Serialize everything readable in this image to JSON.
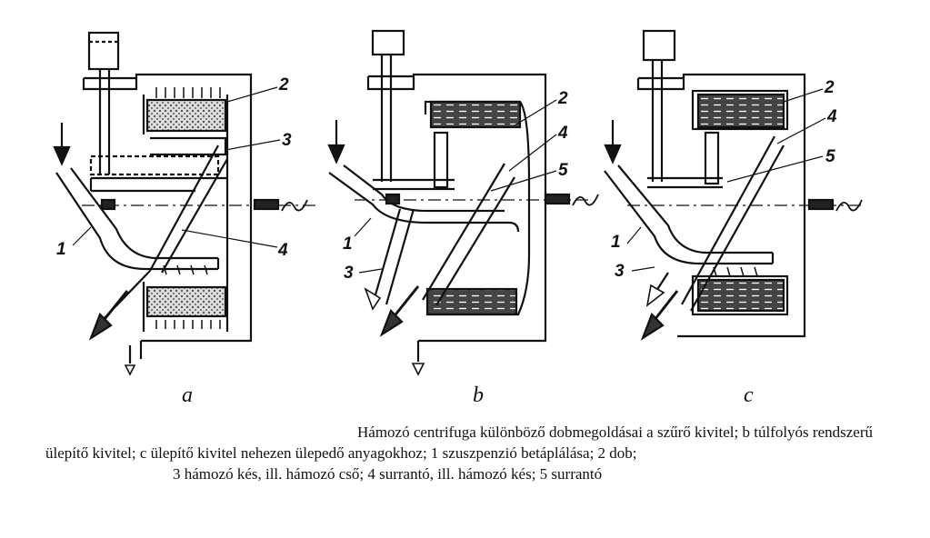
{
  "labels": {
    "panel_a": "a",
    "panel_b": "b",
    "panel_c": "c",
    "n1": "1",
    "n2": "2",
    "n3": "3",
    "n4": "4",
    "n5": "5"
  },
  "caption": {
    "line1": "Hámozó centrifuga különböző dobmegoldásai a szűrő kivitel; b túlfolyós rendszerű",
    "line2": "ülepítő kivitel; c ülepítő kivitel nehezen ülepedő anyagokhoz; 1 szuszpenzió betáplálása; 2 dob;",
    "line3": "3 hámozó kés, ill. hámozó cső; 4 surrantó, ill. hámozó kés; 5 surrantó"
  }
}
